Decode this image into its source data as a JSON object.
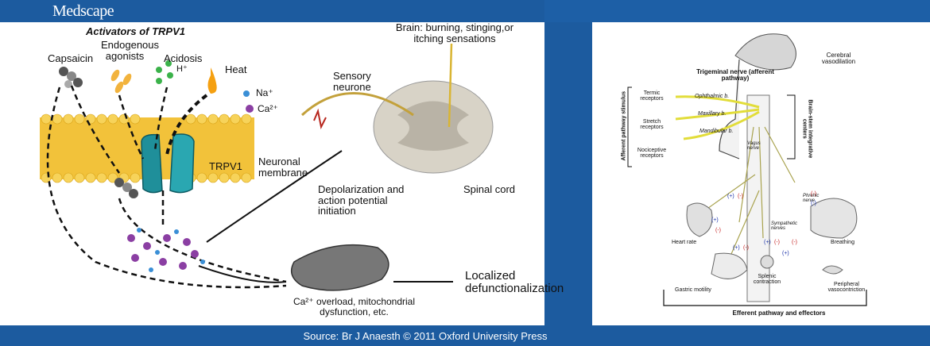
{
  "header": {
    "logo": "Medscape"
  },
  "footer": {
    "source": "Source: Br J Anaesth © 2011 Oxford University Press"
  },
  "left_diagram": {
    "title": "Activators of TRPV1",
    "activators": [
      "Capsaicin",
      "Endogenous agonists",
      "Acidosis",
      "Heat"
    ],
    "acidosis_ion": "H⁺",
    "ions": [
      "Na⁺",
      "Ca²⁺"
    ],
    "channel": "TRPV1",
    "membrane": "Neuronal membrane",
    "sensory": "Sensory neurone",
    "brain": "Brain: burning, stinging,or itching sensations",
    "depolarization": "Depolarization and action potential initiation",
    "spinal": "Spinal cord",
    "overload": "Ca²⁺ overload, mitochondrial dysfunction, etc.",
    "localized": "Localized defunctionalization"
  },
  "right_diagram": {
    "cerebral": "Cerebral vasodilation",
    "trigeminal": "Trigeminal nerve (afferent pathway)",
    "ophthalmic": "Ophthalmic b.",
    "maxillary": "Maxillary b.",
    "mandibular": "Mandibular b.",
    "termic": "Termic receptors",
    "stretch": "Stretch receptors",
    "nociceptive": "Nociceptive receptors",
    "afferent_stimulus": "Afferent pathway stimulus",
    "brainstem": "Brain-stem integrative centers",
    "vagus": "Vagus nerve",
    "phrenic": "Phrenic nerve",
    "sympathetic": "Sympathetic nerves",
    "heart": "Heart rate",
    "breathing": "Breathing",
    "gastric": "Gastric motility",
    "splenic": "Splenic contraction",
    "peripheral": "Peripheral vasocontriction",
    "efferent": "Efferent pathway and effectors",
    "plus": "(+)",
    "minus": "(-)"
  }
}
